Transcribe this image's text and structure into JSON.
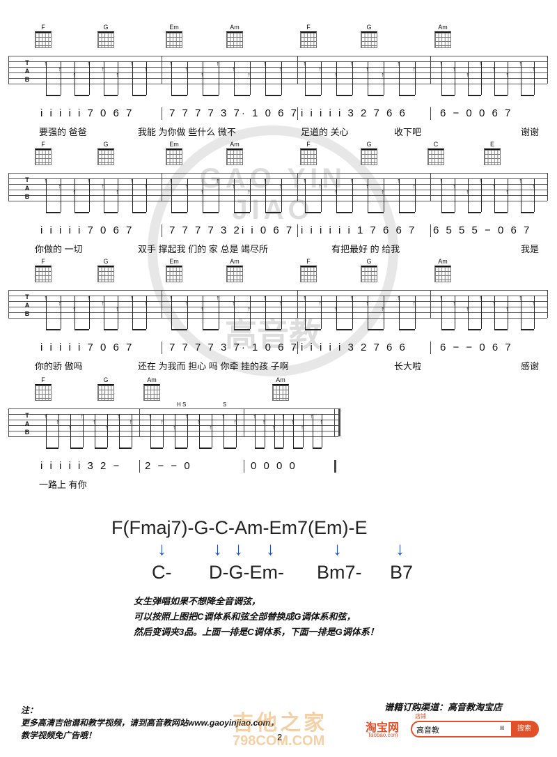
{
  "tab_label": [
    "T",
    "A",
    "B"
  ],
  "systems": [
    {
      "chords": [
        {
          "name": "F",
          "pos": 62
        },
        {
          "name": "G",
          "pos": 152
        },
        {
          "name": "Em",
          "pos": 250
        },
        {
          "name": "Am",
          "pos": 337
        },
        {
          "name": "F",
          "pos": 443
        },
        {
          "name": "G",
          "pos": 530
        },
        {
          "name": "Am",
          "pos": 636
        }
      ],
      "numbers": [
        {
          "text": "i i i i i 7   0 6 7",
          "pos": 58
        },
        {
          "text": "7 7 7 7 3 7· 1 0 6 7",
          "pos": 243
        },
        {
          "text": "i i i i i 3 2   7 6 6",
          "pos": 432
        },
        {
          "text": "6  −  0   0 6 7",
          "pos": 632
        }
      ],
      "lyrics": [
        {
          "text": "要强的  爸爸",
          "pos": 56
        },
        {
          "text": "我能  为你做  些什么  微不",
          "pos": 198
        },
        {
          "text": "足道的  关心",
          "pos": 432
        },
        {
          "text": "收下吧",
          "pos": 566
        },
        {
          "text": "谢谢",
          "pos": 748
        }
      ]
    },
    {
      "chords": [
        {
          "name": "F",
          "pos": 62
        },
        {
          "name": "G",
          "pos": 152
        },
        {
          "name": "Em",
          "pos": 250
        },
        {
          "name": "Am",
          "pos": 337
        },
        {
          "name": "F",
          "pos": 443
        },
        {
          "name": "G",
          "pos": 530
        },
        {
          "name": "C",
          "pos": 626
        },
        {
          "name": "E",
          "pos": 707
        }
      ],
      "numbers": [
        {
          "text": "i i i i i 7   0 6 7",
          "pos": 58
        },
        {
          "text": "7 7 7 7 3 2i  i 0 6 7",
          "pos": 243
        },
        {
          "text": "i i i i i i 1 7 6 6 7",
          "pos": 432
        },
        {
          "text": "6 5 5 5   −   0 6 7",
          "pos": 622
        }
      ],
      "lyrics": [
        {
          "text": "你做的  一切",
          "pos": 50
        },
        {
          "text": "双手  撑起我  们的  家  总是  竭尽所",
          "pos": 198
        },
        {
          "text": "有把最好  的  给我",
          "pos": 476
        },
        {
          "text": "我是",
          "pos": 748
        }
      ]
    },
    {
      "chords": [
        {
          "name": "F",
          "pos": 62
        },
        {
          "name": "G",
          "pos": 152
        },
        {
          "name": "Em",
          "pos": 250
        },
        {
          "name": "Am",
          "pos": 337
        },
        {
          "name": "F",
          "pos": 443
        },
        {
          "name": "G",
          "pos": 530
        },
        {
          "name": "Am",
          "pos": 636
        }
      ],
      "numbers": [
        {
          "text": "i i i i i 7   0 6 7",
          "pos": 58
        },
        {
          "text": "7 7 7 7 3 7· 1 0 6 7",
          "pos": 243
        },
        {
          "text": "i i i i i 3 2   7 6 6",
          "pos": 432
        },
        {
          "text": "6  −  −   0 6 7",
          "pos": 632
        }
      ],
      "lyrics": [
        {
          "text": "你的骄  傲吗",
          "pos": 50
        },
        {
          "text": "还在  为我而  担心  吗  你牵  挂的孩  子啊",
          "pos": 198
        },
        {
          "text": "长大啦",
          "pos": 566
        },
        {
          "text": "感谢",
          "pos": 748
        }
      ]
    },
    {
      "chords": [
        {
          "name": "F",
          "pos": 62
        },
        {
          "name": "G",
          "pos": 152
        },
        {
          "name": "Am",
          "pos": 218
        },
        {
          "name": "Am",
          "pos": 403
        }
      ],
      "numbers": [
        {
          "text": "i i i i i 3 2  −",
          "pos": 58
        },
        {
          "text": "2   −   −   0",
          "pos": 208
        },
        {
          "text": "0   0   0   0",
          "pos": 360
        }
      ],
      "lyrics": [
        {
          "text": "一路上  有你",
          "pos": 56
        }
      ],
      "marks": [
        "H S",
        "S"
      ]
    }
  ],
  "progression": {
    "top": "F(Fmaj7)-G-C-Am-Em7(Em)-E",
    "bottom": [
      "C-",
      "D-G-Em-",
      "Bm7-",
      "B7"
    ],
    "arrow": "↓"
  },
  "note_lines": [
    "女生弹唱如果不想降全音调弦，",
    "可以按照上图把C调体系和弦全部替换成G调体系和弦，",
    "然后变调夹3品。上面一排是C调体系，下面一排是G调体系！"
  ],
  "footer": {
    "label": "注：",
    "lines": [
      "更多高清吉他谱和教学视频，请到高音教网站www.gaoyinjiao.com，",
      "教学视频免广告哦！"
    ],
    "page": "2",
    "order_title": "谱籍订购渠道：高音教淘宝店",
    "taobao_logo": "淘宝网",
    "taobao_sub": "Taobao.com",
    "store_tag": "店铺",
    "store_name": "高音教",
    "search_btn": "搜索",
    "site_watermark": "吉他之家",
    "site_url": "798COM.COM"
  },
  "watermark": {
    "ring": "GAO YIN JIAO",
    "center": "高音教"
  }
}
